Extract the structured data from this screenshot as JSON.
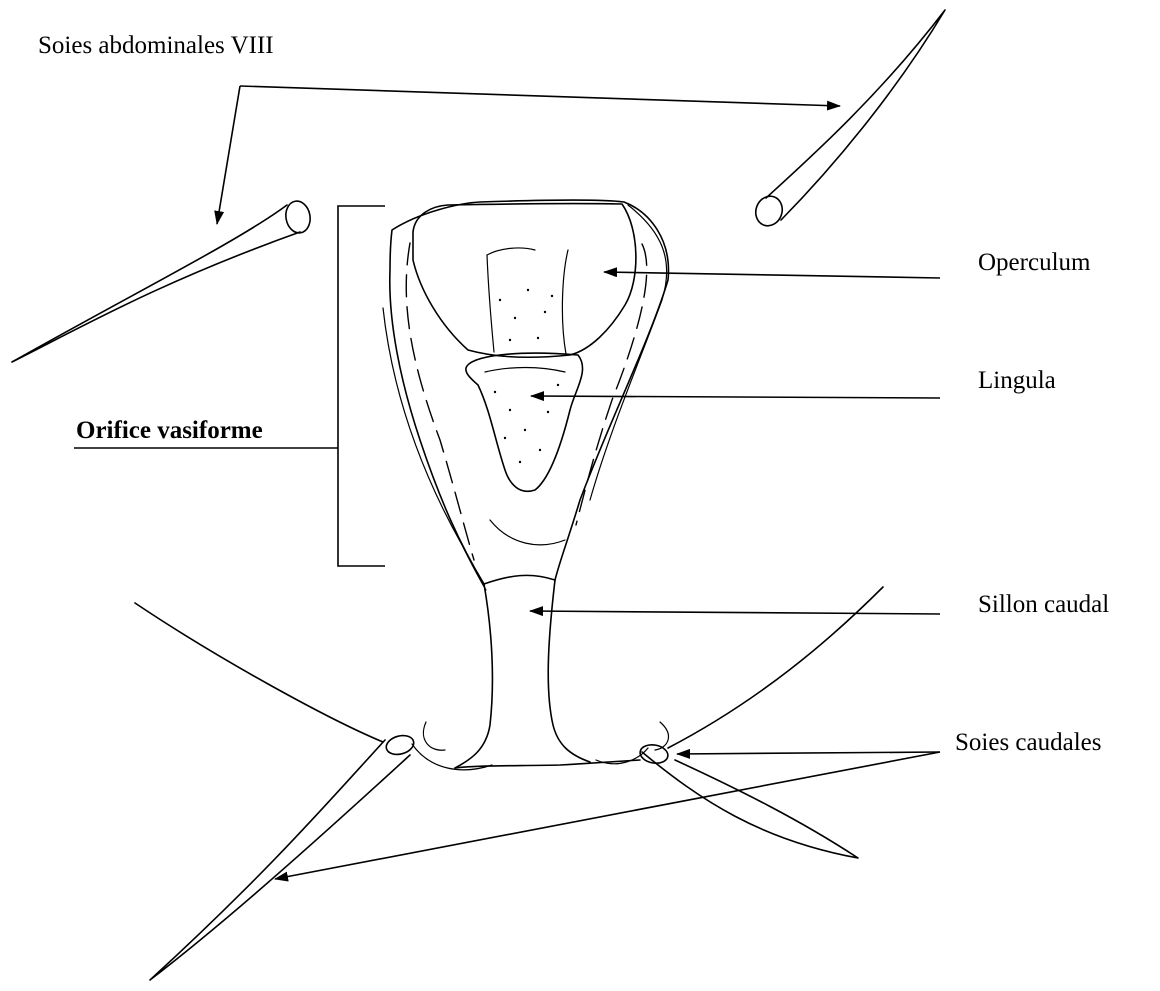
{
  "labels": {
    "soies_abdominales": "Soies abdominales VIII",
    "orifice_vasiforme": "Orifice vasiforme",
    "operculum": "Operculum",
    "lingula": "Lingula",
    "sillon_caudal": "Sillon caudal",
    "soies_caudales": "Soies caudales"
  }
}
